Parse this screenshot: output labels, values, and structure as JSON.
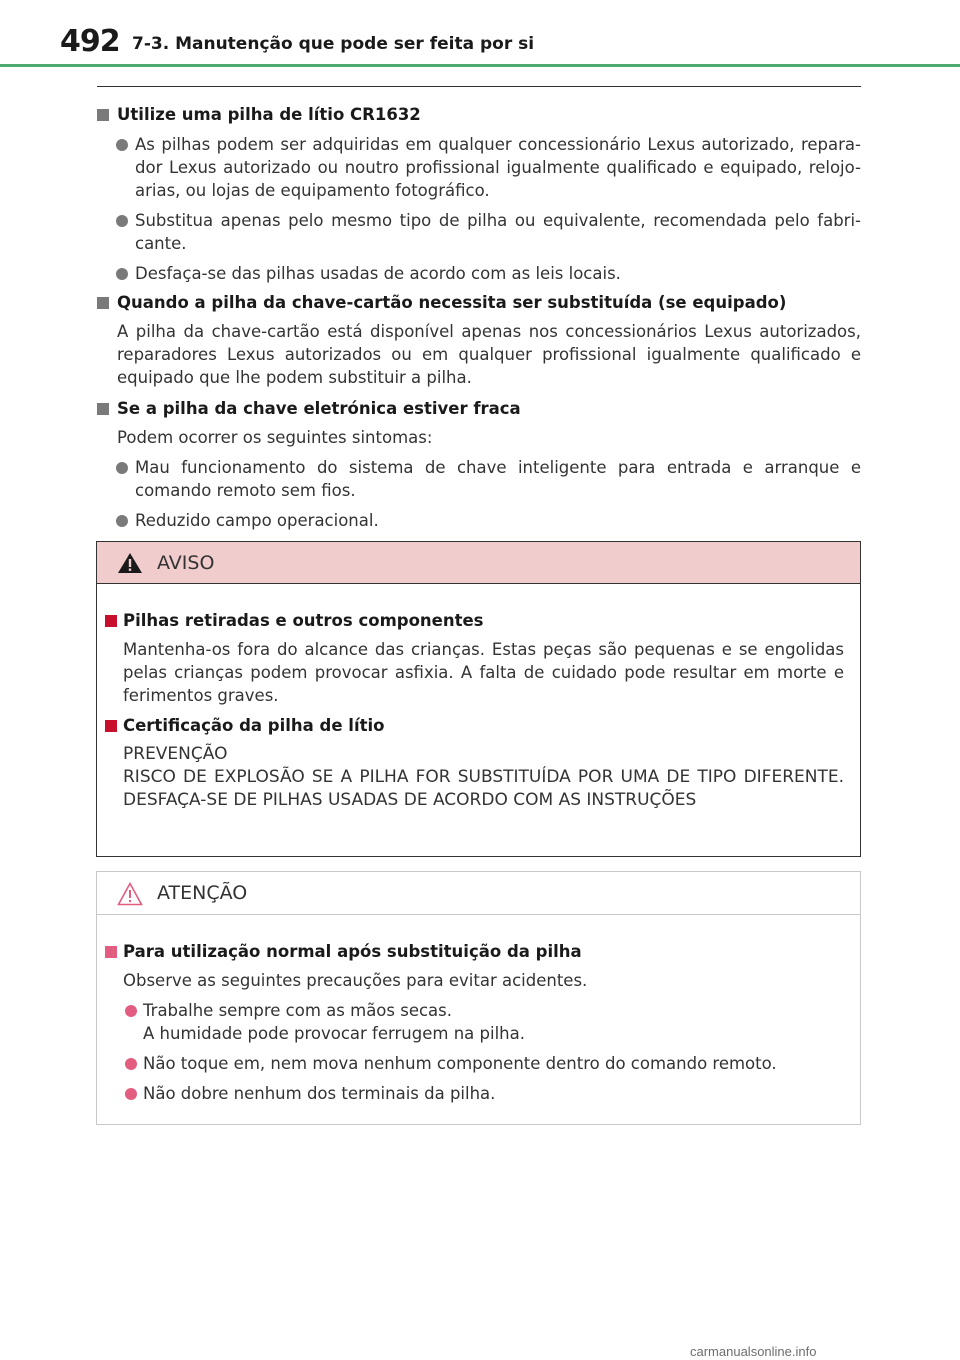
{
  "header": {
    "page_number": "492",
    "chapter_title": "7-3. Manutenção que pode ser feita por si",
    "accent_color": "#4daa6f"
  },
  "sections": [
    {
      "heading": "Utilize uma pilha de lítio CR1632",
      "bullets": [
        "As pilhas podem ser adquiridas em qualquer concessionário Lexus autorizado, repara-dor Lexus autorizado ou noutro profissional igualmente qualificado e equipado, relojo-arias, ou lojas de equipamento fotográfico.",
        "Substitua apenas pelo mesmo tipo de pilha ou equivalente, recomendada pelo fabri-cante.",
        "Desfaça-se das pilhas usadas de acordo com as leis locais."
      ]
    },
    {
      "heading": "Quando a pilha da chave-cartão necessita ser substituída (se equipado)",
      "text": "A pilha da chave-cartão está disponível apenas nos concessionários Lexus autorizados, reparadores Lexus autorizados ou em qualquer profissional igualmente qualificado e equipado que lhe podem substituir a pilha."
    },
    {
      "heading": "Se a pilha da chave eletrónica estiver fraca",
      "text": "Podem ocorrer os seguintes sintomas:",
      "bullets": [
        "Mau funcionamento do sistema de chave inteligente para entrada e arranque e comando remoto sem fios.",
        "Reduzido campo operacional."
      ]
    }
  ],
  "warning": {
    "label": "AVISO",
    "header_color": "#f1cccd",
    "marker_color": "#c8102e",
    "items": [
      {
        "heading": "Pilhas retiradas e outros componentes",
        "text": "Mantenha-os fora do alcance das crianças. Estas peças são pequenas e se engolidas pelas crianças podem provocar asfixia. A falta de cuidado pode resultar em morte e ferimentos graves."
      },
      {
        "heading": "Certificação da pilha de lítio",
        "caps_line1": "PREVENÇÃO",
        "caps_line2": "RISCO DE EXPLOSÃO SE A PILHA FOR SUBSTITUÍDA POR UMA DE TIPO DIFERENTE. DESFAÇA-SE DE PILHAS USADAS DE ACORDO COM AS INSTRUÇÕES"
      }
    ]
  },
  "notice": {
    "label": "ATENÇÃO",
    "marker_color": "#e25d7f",
    "heading": "Para utilização normal após substituição da pilha",
    "text": "Observe as seguintes precauções para evitar acidentes.",
    "bullets": [
      {
        "line1": "Trabalhe sempre com as mãos secas.",
        "line2": "A humidade pode provocar ferrugem na pilha."
      },
      {
        "line1": "Não toque em, nem mova nenhum componente dentro do comando remoto."
      },
      {
        "line1": "Não dobre nenhum dos terminais da pilha."
      }
    ]
  },
  "watermark": "carmanualsonline.info"
}
